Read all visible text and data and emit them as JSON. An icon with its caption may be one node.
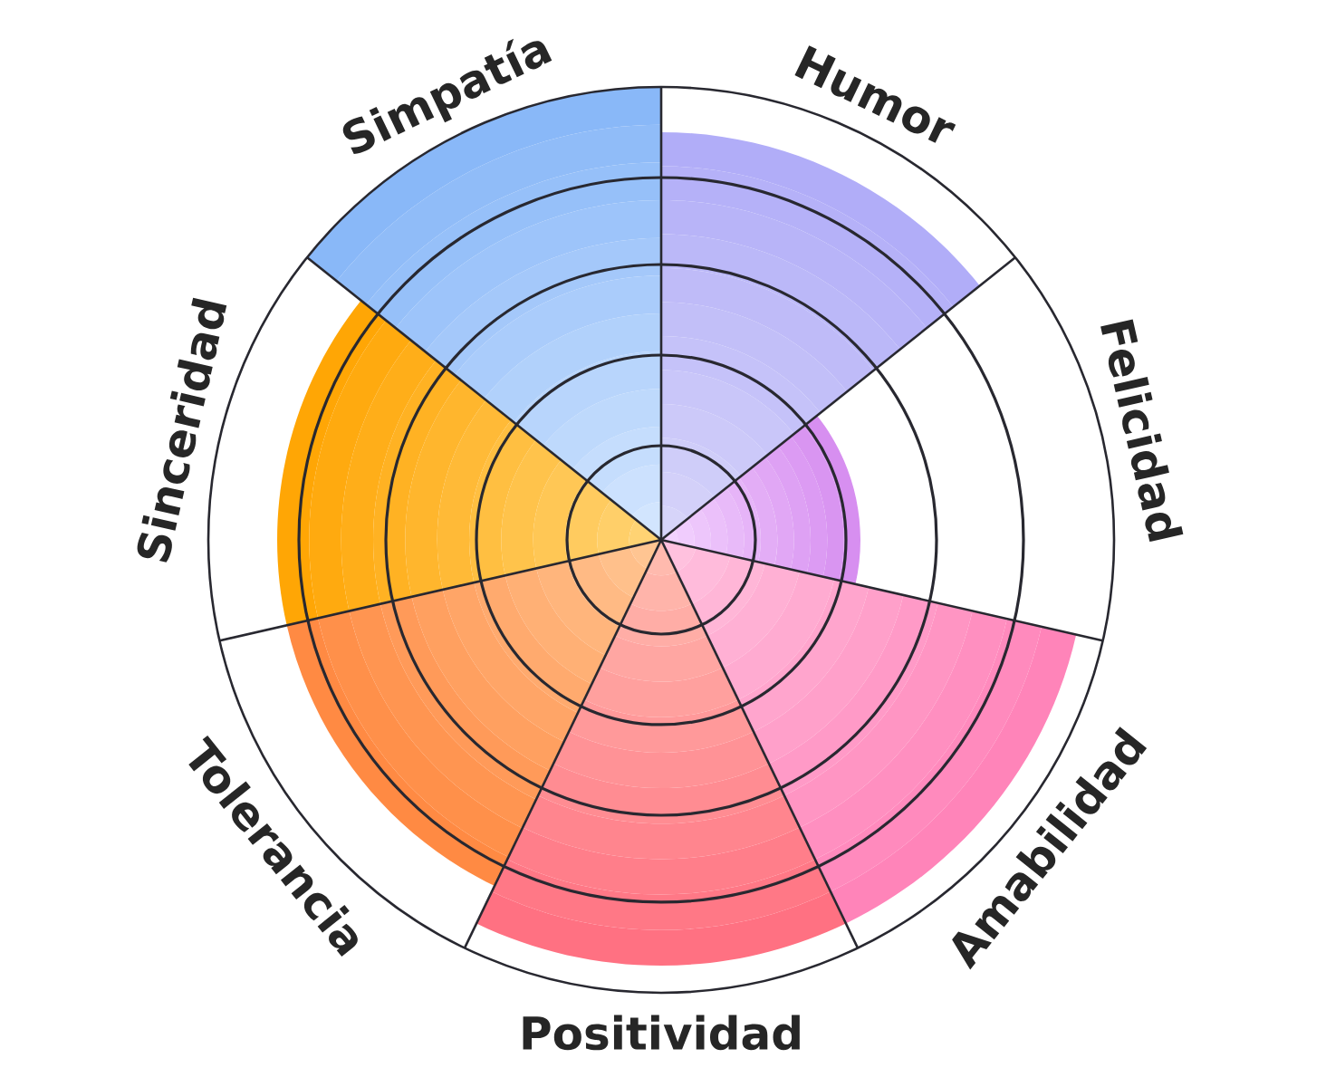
{
  "diagram": {
    "labels": [
      "Simpatía",
      "Humor",
      "Felicidad",
      "Amabilidad",
      "Positividad",
      "Tolerancia",
      "Sinceridad"
    ]
  }
}
